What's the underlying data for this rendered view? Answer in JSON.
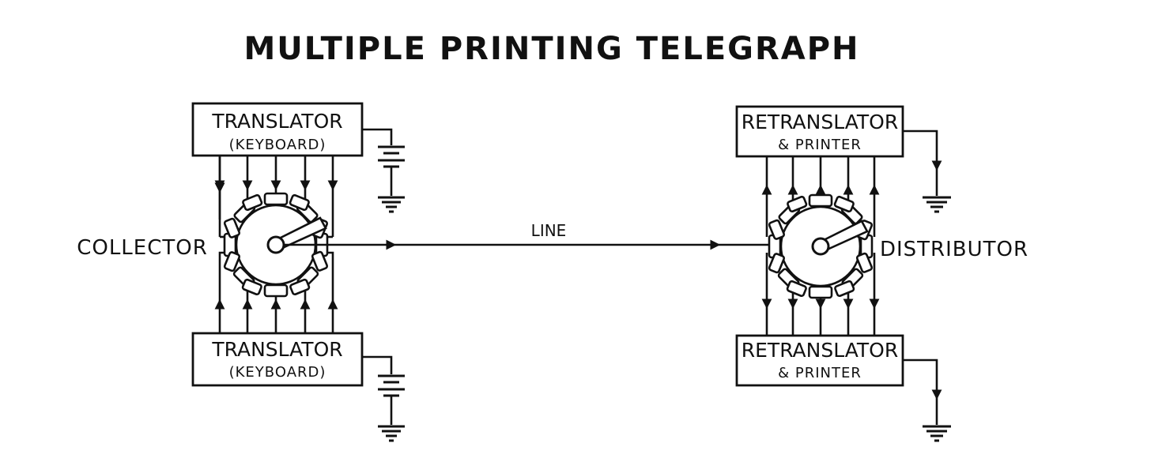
{
  "title": "MULTIPLE PRINTING TELEGRAPH",
  "labels": {
    "collector": "COLLECTOR",
    "distributor": "DISTRIBUTOR",
    "line": "LINE"
  },
  "boxes": {
    "translator_top": {
      "line1": "TRANSLATOR",
      "line2": "(KEYBOARD)"
    },
    "translator_bottom": {
      "line1": "TRANSLATOR",
      "line2": "(KEYBOARD)"
    },
    "retranslator_top": {
      "line1": "RETRANSLATOR",
      "line2": "& PRINTER"
    },
    "retranslator_bottom": {
      "line1": "RETRANSLATOR",
      "line2": "& PRINTER"
    }
  }
}
